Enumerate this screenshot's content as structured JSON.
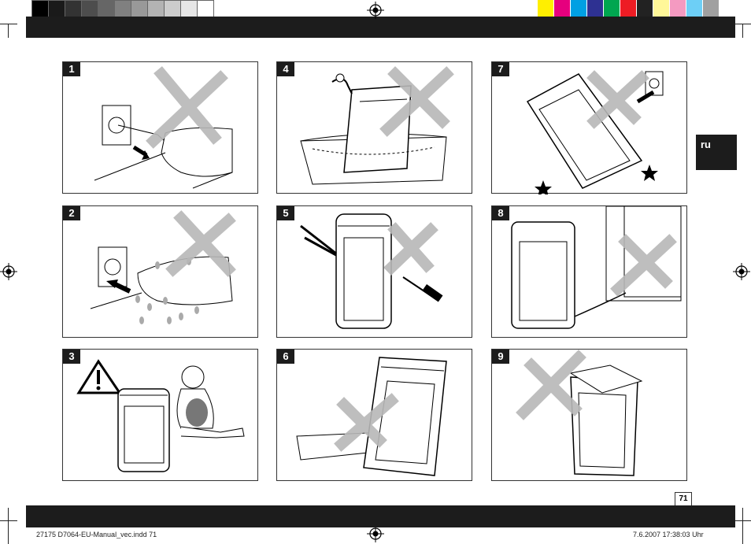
{
  "side_tab": {
    "label": "ru"
  },
  "page_number": "71",
  "footer": {
    "left": "27175 D7064-EU-Manual_vec.indd   71",
    "right": "7.6.2007   17:38:03 Uhr"
  },
  "panels": [
    {
      "number": "1"
    },
    {
      "number": "2"
    },
    {
      "number": "3"
    },
    {
      "number": "4"
    },
    {
      "number": "5"
    },
    {
      "number": "6"
    },
    {
      "number": "7"
    },
    {
      "number": "8"
    },
    {
      "number": "9"
    }
  ],
  "colors": {
    "band": "#1c1c1c",
    "cross": "#b8b8b8",
    "gray_scale": [
      "#000000",
      "#1a1a1a",
      "#333333",
      "#4d4d4d",
      "#666666",
      "#808080",
      "#999999",
      "#b3b3b3",
      "#cccccc",
      "#e6e6e6",
      "#ffffff"
    ],
    "process_colors": [
      "#ffef00",
      "#e6007e",
      "#00a0e3",
      "#2e3192",
      "#00a650",
      "#ed1c24",
      "#222222",
      "#fff799",
      "#f49ac1",
      "#6dcff6",
      "#a0a0a0"
    ]
  }
}
